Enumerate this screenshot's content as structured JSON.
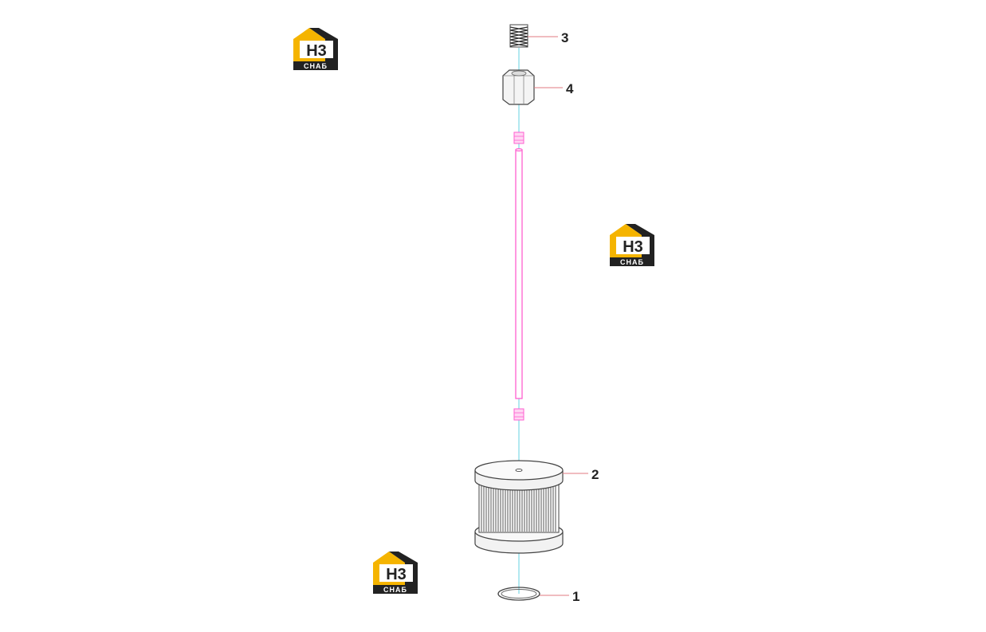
{
  "colors": {
    "axis": "#7fd8e6",
    "rod": "#ff5fd0",
    "leader": "#e07a80",
    "logo_yellow": "#f5b400",
    "logo_dark": "#222222",
    "outline": "#555555"
  },
  "logo": {
    "mark": "Н3",
    "caption": "СНАБ"
  },
  "callouts": [
    {
      "id": "callout-3",
      "label": "3"
    },
    {
      "id": "callout-4",
      "label": "4"
    },
    {
      "id": "callout-2",
      "label": "2"
    },
    {
      "id": "callout-1",
      "label": "1"
    }
  ]
}
